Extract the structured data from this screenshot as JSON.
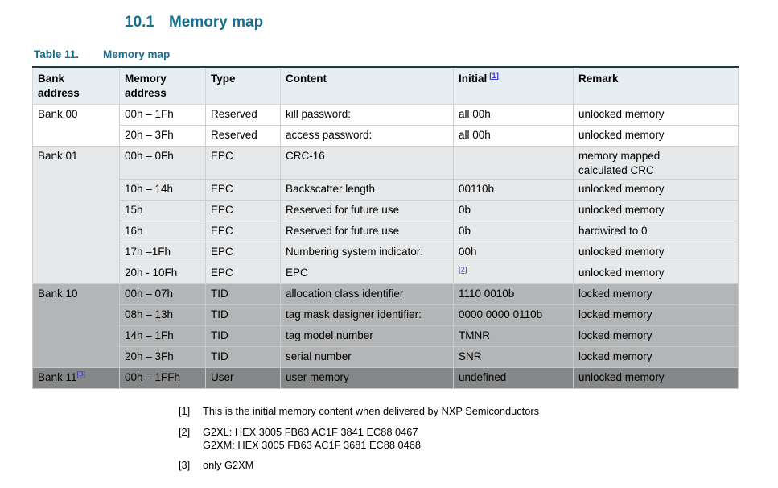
{
  "page": {
    "section_number": "10.1",
    "section_title": "Memory map",
    "caption_label": "Table 11.",
    "caption_title": "Memory map"
  },
  "colors": {
    "heading_teal": "#176e8e",
    "link_blue": "#3a3ad0",
    "header_row_bg": "#e7eef2",
    "band_white": "#ffffff",
    "band_light_gray": "#e6e8ea",
    "band_medium_gray": "#b3b5b6",
    "band_dark_gray": "#858788",
    "table_top_rule": "#1f3b45"
  },
  "table": {
    "headers": {
      "bank": "Bank\naddress",
      "memory": "Memory\naddress",
      "type": "Type",
      "content": "Content",
      "initial": "Initial",
      "initial_ref": "[1]",
      "remark": "Remark"
    },
    "banks": [
      {
        "label": "Bank 00",
        "ref": ""
      },
      {
        "label": "Bank 01",
        "ref": ""
      },
      {
        "label": "Bank 10",
        "ref": ""
      },
      {
        "label": "Bank 11",
        "ref": "[3]"
      }
    ],
    "rows": [
      {
        "memory": "00h – 1Fh",
        "type": "Reserved",
        "content": "kill password:",
        "initial": "all 00h",
        "remark": "unlocked memory"
      },
      {
        "memory": "20h – 3Fh",
        "type": "Reserved",
        "content": "access password:",
        "initial": "all 00h",
        "remark": "unlocked memory"
      },
      {
        "memory": "00h – 0Fh",
        "type": "EPC",
        "content": "CRC-16",
        "initial": "",
        "remark": "memory mapped\ncalculated CRC"
      },
      {
        "memory": "10h – 14h",
        "type": "EPC",
        "content": "Backscatter length",
        "initial": "00110b",
        "remark": "unlocked memory"
      },
      {
        "memory": "15h",
        "type": "EPC",
        "content": "Reserved for future use",
        "initial": "0b",
        "remark": "unlocked memory"
      },
      {
        "memory": "16h",
        "type": "EPC",
        "content": "Reserved for future use",
        "initial": "0b",
        "remark": "hardwired to 0"
      },
      {
        "memory": "17h –1Fh",
        "type": "EPC",
        "content": "Numbering system indicator:",
        "initial": "00h",
        "remark": "unlocked memory"
      },
      {
        "memory": "20h - 10Fh",
        "type": "EPC",
        "content": "EPC",
        "initial_ref": "[2]",
        "remark": "unlocked memory"
      },
      {
        "memory": "00h – 07h",
        "type": "TID",
        "content": "allocation class identifier",
        "initial": "1110 0010b",
        "remark": "locked memory"
      },
      {
        "memory": "08h – 13h",
        "type": "TID",
        "content": "tag mask designer identifier:",
        "initial": "0000 0000 0110b",
        "remark": "locked memory"
      },
      {
        "memory": "14h – 1Fh",
        "type": "TID",
        "content": "tag model number",
        "initial": "TMNR",
        "remark": "locked memory"
      },
      {
        "memory": "20h – 3Fh",
        "type": "TID",
        "content": "serial number",
        "initial": "SNR",
        "remark": "locked memory"
      },
      {
        "memory": "00h – 1FFh",
        "type": "User",
        "content": "user memory",
        "initial": "undefined",
        "remark": "unlocked memory"
      }
    ]
  },
  "footnotes": [
    {
      "marker": "[1]",
      "lines": [
        "This is the initial memory content when delivered by NXP Semiconductors"
      ]
    },
    {
      "marker": "[2]",
      "lines": [
        "G2XL: HEX 3005 FB63 AC1F 3841 EC88 0467",
        "G2XM: HEX 3005 FB63 AC1F 3681 EC88 0468"
      ]
    },
    {
      "marker": "[3]",
      "lines": [
        "only G2XM"
      ]
    }
  ]
}
